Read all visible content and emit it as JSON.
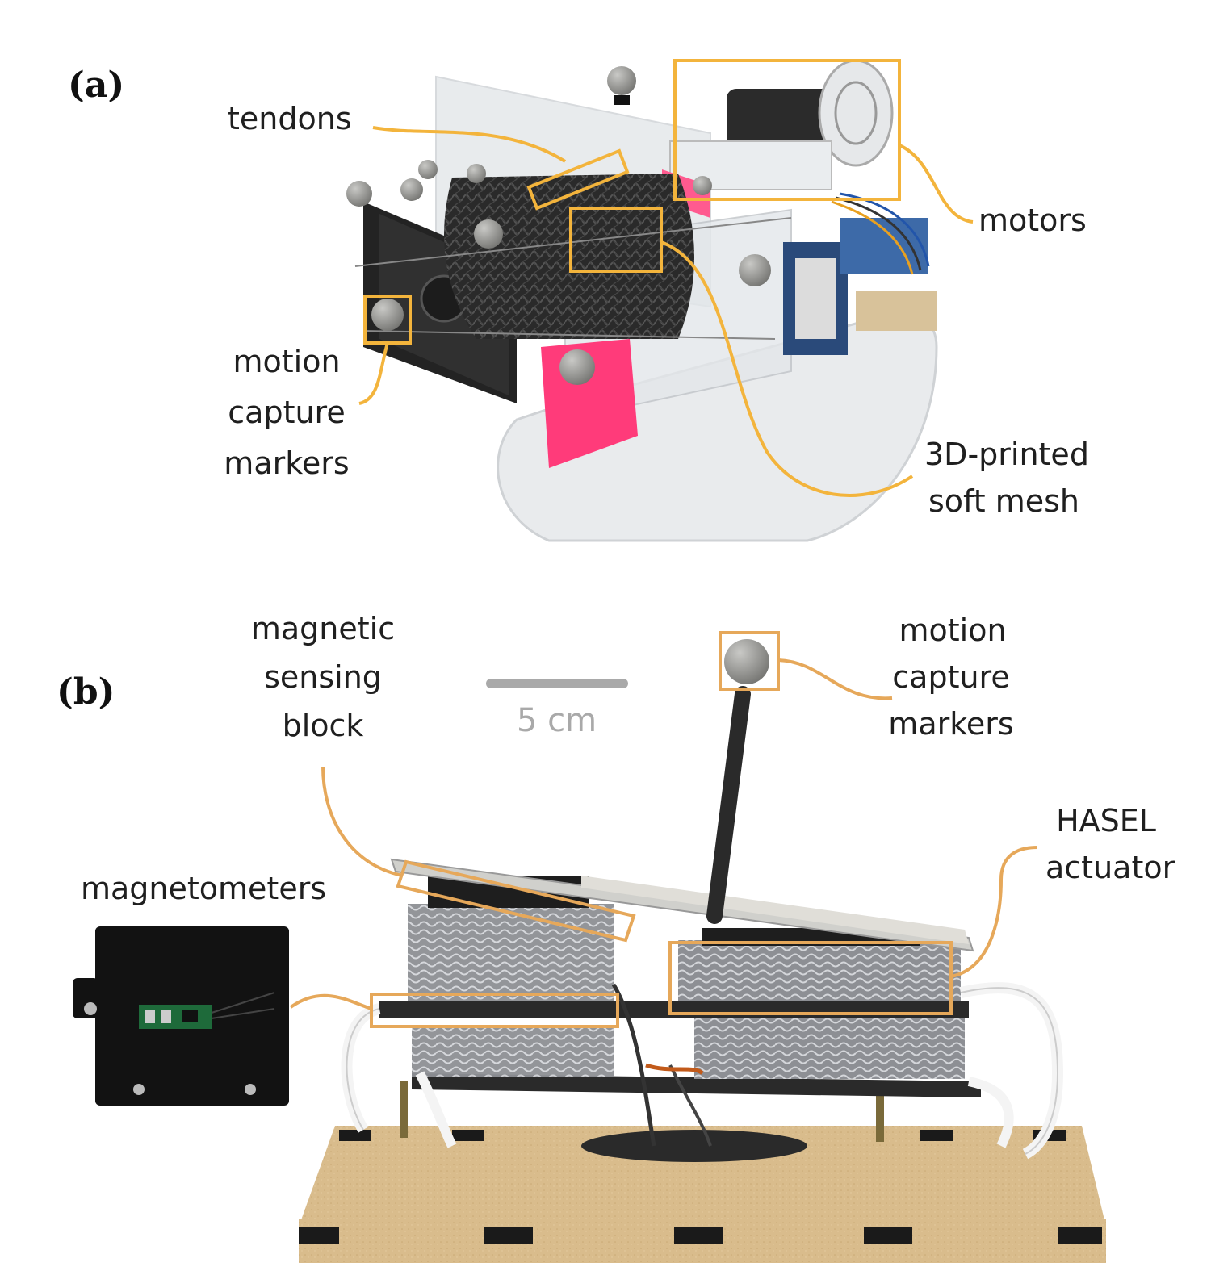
{
  "panels": {
    "a": {
      "tag": "(a)",
      "labels": {
        "tendons": "tendons",
        "motors": "motors",
        "motion_capture_l1": "motion",
        "motion_capture_l2": "capture",
        "motion_capture_l3": "markers",
        "mesh_l1": "3D-printed",
        "mesh_l2": "soft mesh"
      }
    },
    "b": {
      "tag": "(b)",
      "labels": {
        "sensing_l1": "magnetic",
        "sensing_l2": "sensing",
        "sensing_l3": "block",
        "markers_l1": "motion",
        "markers_l2": "capture",
        "markers_l3": "markers",
        "hasel_l1": "HASEL",
        "hasel_l2": "actuator",
        "magnetometers": "magnetometers"
      },
      "scale_bar": "5 cm"
    }
  },
  "colors": {
    "callout": "#f3b43c",
    "callout_b": "#e6a85a",
    "mesh": "#1a1a1a",
    "pink": "#ff3b7a"
  }
}
